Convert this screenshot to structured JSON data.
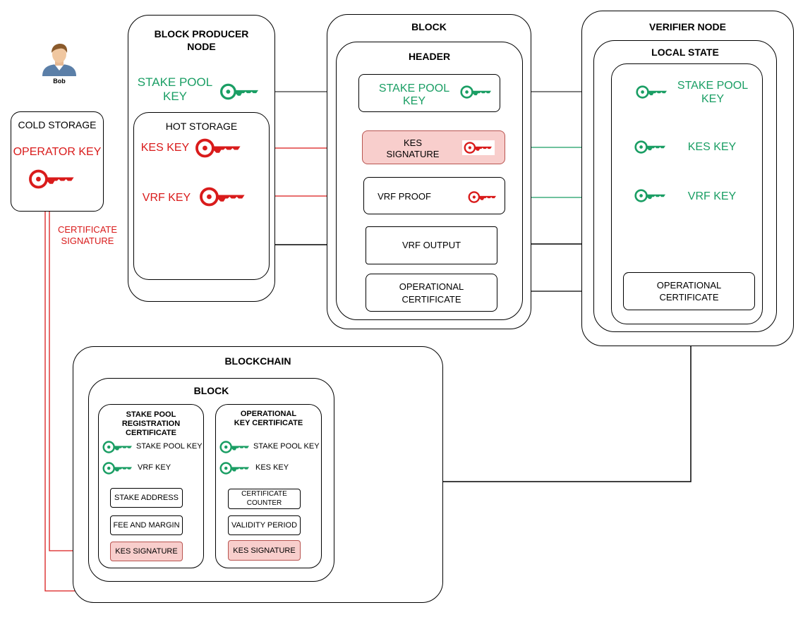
{
  "user": {
    "name": "Bob"
  },
  "cold_storage": {
    "title": "COLD STORAGE",
    "operator_key": "OPERATOR KEY"
  },
  "certificate_signature": {
    "line1": "CERTIFICATE",
    "line2": "SIGNATURE"
  },
  "producer": {
    "title_line1": "BLOCK PRODUCER",
    "title_line2": "NODE",
    "stake_pool_key_line1": "STAKE POOL",
    "stake_pool_key_line2": "KEY",
    "hot_storage": {
      "title": "HOT STORAGE",
      "kes_key": "KES KEY",
      "vrf_key": "VRF KEY"
    }
  },
  "block": {
    "title": "BLOCK",
    "header": {
      "title": "HEADER",
      "stake_pool_key_line1": "STAKE POOL",
      "stake_pool_key_line2": "KEY",
      "kes_signature_line1": "KES",
      "kes_signature_line2": "SIGNATURE",
      "vrf_proof": "VRF PROOF",
      "vrf_output": "VRF OUTPUT",
      "operational_certificate_line1": "OPERATIONAL",
      "operational_certificate_line2": "CERTIFICATE"
    }
  },
  "verifier": {
    "title": "VERIFIER NODE",
    "local_state": {
      "title": "LOCAL STATE",
      "stake_pool_key_line1": "STAKE POOL",
      "stake_pool_key_line2": "KEY",
      "kes_key": "KES KEY",
      "vrf_key": "VRF KEY",
      "operational_certificate_line1": "OPERATIONAL",
      "operational_certificate_line2": "CERTIFICATE"
    }
  },
  "blockchain": {
    "title": "BLOCKCHAIN",
    "block_title": "BLOCK",
    "registration_cert": {
      "title_line1": "STAKE POOL",
      "title_line2": "REGISTRATION",
      "title_line3": "CERTIFICATE",
      "stake_pool_key": "STAKE POOL KEY",
      "vrf_key": "VRF KEY",
      "stake_address": "STAKE ADDRESS",
      "fee_and_margin": "FEE AND MARGIN",
      "kes_signature": "KES SIGNATURE"
    },
    "operational_cert": {
      "title_line1": "OPERATIONAL",
      "title_line2": "KEY CERTIFICATE",
      "stake_pool_key": "STAKE POOL KEY",
      "kes_key": "KES KEY",
      "certificate_counter_line1": "CERTIFICATE",
      "certificate_counter_line2": "COUNTER",
      "validity_period": "VALIDITY PERIOD",
      "kes_signature": "KES SIGNATURE"
    }
  },
  "colors": {
    "green": "#1a9e64",
    "red": "#d91b1b",
    "pink_fill": "#f8cecc",
    "pink_stroke": "#b85450"
  }
}
